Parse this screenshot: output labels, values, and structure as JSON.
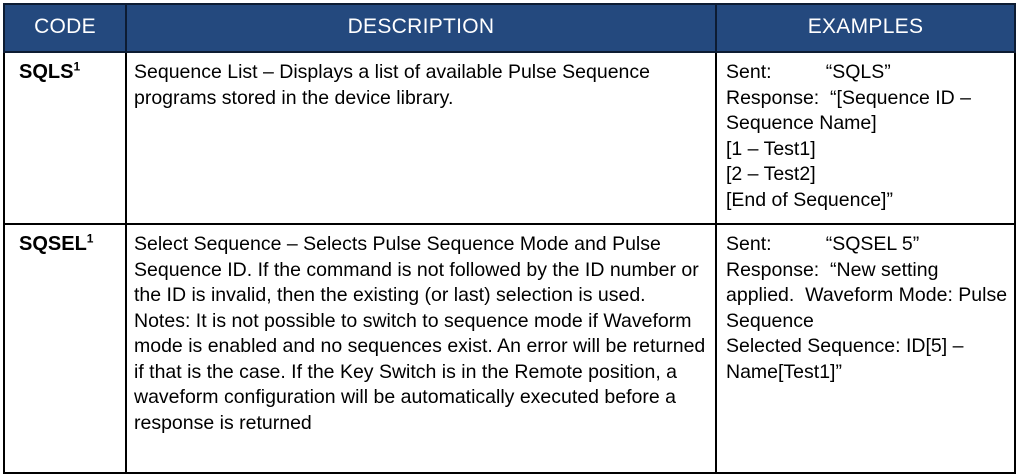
{
  "table": {
    "headers": {
      "code": "CODE",
      "description": "DESCRIPTION",
      "examples": "EXAMPLES"
    },
    "header_bg": "#24497E",
    "header_text_color": "#FFFFFF",
    "border_color": "#000000",
    "rows": [
      {
        "code": "SQLS",
        "code_superscript": "1",
        "description": [
          "Sequence List – Displays a list of available Pulse Sequence programs stored in the device library."
        ],
        "examples": "Sent:          “SQLS”\nResponse:  “[Sequence ID – Sequence Name]\n[1 – Test1]\n[2 – Test2]\n[End of Sequence]”"
      },
      {
        "code": "SQSEL",
        "code_superscript": "1",
        "description": [
          "Select Sequence – Selects Pulse Sequence Mode and Pulse Sequence ID. If the command is not followed by the ID number or the ID is invalid, then the existing (or last) selection is used.",
          "Notes: It is not possible to switch to sequence mode if Waveform mode is enabled and  no sequences exist. An error will be returned if that is the case. If the Key Switch is in the Remote position, a waveform configuration will be automatically executed before a response is returned"
        ],
        "examples": "Sent:          “SQSEL 5”\nResponse:  “New setting applied.  Waveform Mode: Pulse Sequence\nSelected Sequence: ID[5] – Name[Test1]”"
      }
    ]
  }
}
